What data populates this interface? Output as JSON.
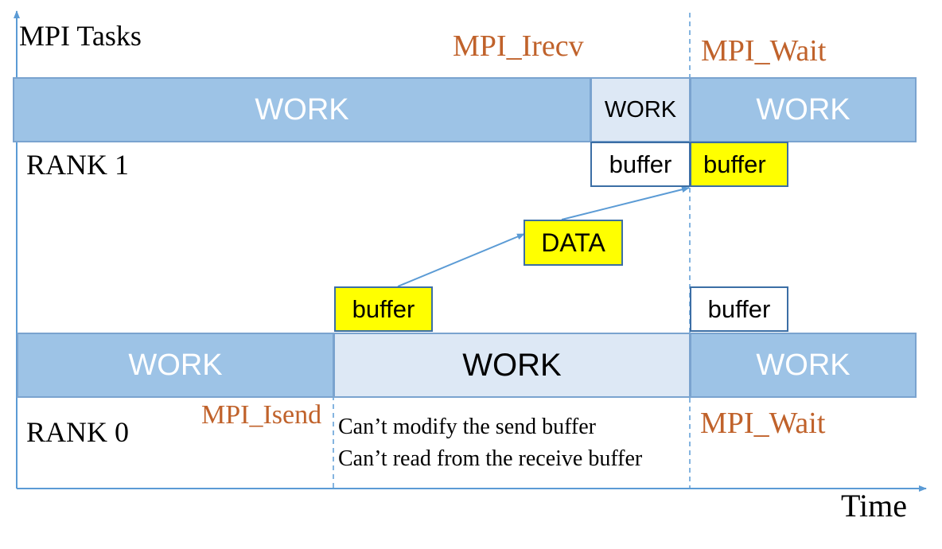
{
  "axes": {
    "y_label": "MPI Tasks",
    "x_label": "Time",
    "color": "#5b9bd5"
  },
  "calls": {
    "irecv": "MPI_Irecv",
    "wait_rank1": "MPI_Wait",
    "isend": "MPI_Isend",
    "wait_rank0": "MPI_Wait"
  },
  "rank1": {
    "label": "RANK 1",
    "work_before": "WORK",
    "work_overlap": "WORK",
    "work_after": "WORK",
    "buffer_pending": "buffer",
    "buffer_ready": "buffer"
  },
  "rank0": {
    "label": "RANK 0",
    "work_before": "WORK",
    "work_overlap": "WORK",
    "work_after": "WORK",
    "buffer_sending": "buffer",
    "buffer_free": "buffer",
    "note_line1": "Can’t modify the send buffer",
    "note_line2": "Can’t read from the receive buffer"
  },
  "message": {
    "label": "DATA"
  },
  "colors": {
    "work_dark": "#9dc3e6",
    "work_light": "#dde8f5",
    "highlight": "#ffff00",
    "call_text": "#c0622b"
  }
}
